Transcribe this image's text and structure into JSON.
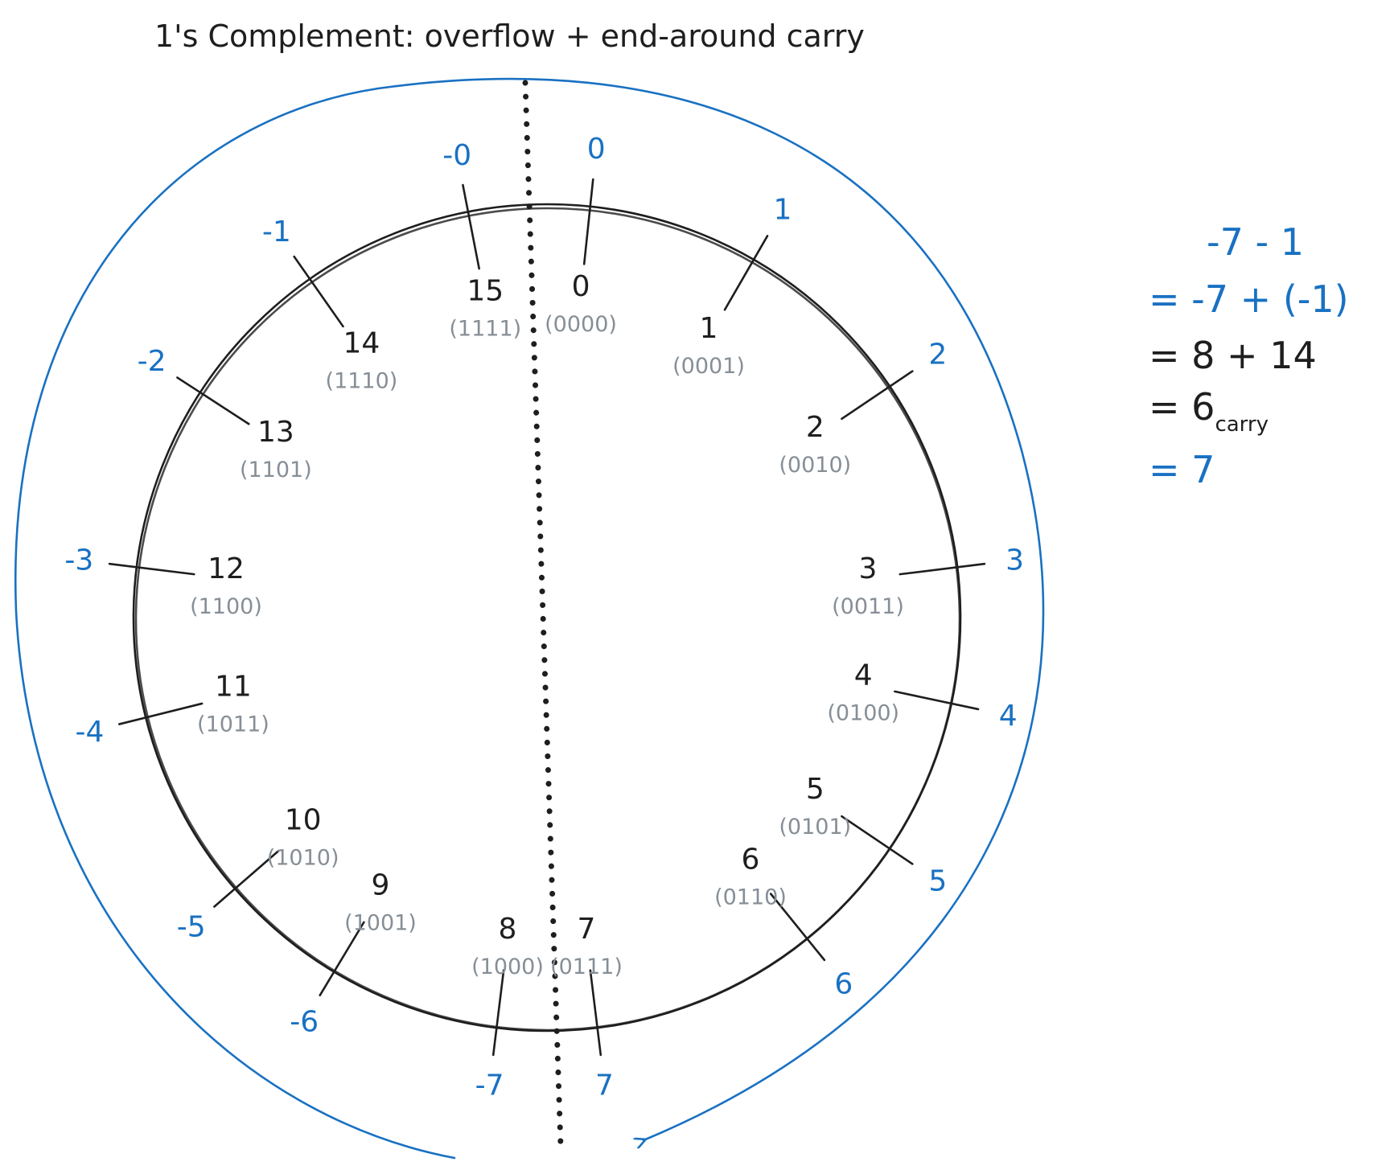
{
  "title": "1's Complement: overflow + end-around carry",
  "colors": {
    "ink": "#1e1e1e",
    "accent": "#1971c2",
    "muted": "#868e96"
  },
  "ticks": [
    {
      "unsigned": "0",
      "binary": "(0000)",
      "signed": "0"
    },
    {
      "unsigned": "1",
      "binary": "(0001)",
      "signed": "1"
    },
    {
      "unsigned": "2",
      "binary": "(0010)",
      "signed": "2"
    },
    {
      "unsigned": "3",
      "binary": "(0011)",
      "signed": "3"
    },
    {
      "unsigned": "4",
      "binary": "(0100)",
      "signed": "4"
    },
    {
      "unsigned": "5",
      "binary": "(0101)",
      "signed": "5"
    },
    {
      "unsigned": "6",
      "binary": "(0110)",
      "signed": "6"
    },
    {
      "unsigned": "7",
      "binary": "(0111)",
      "signed": "7"
    },
    {
      "unsigned": "8",
      "binary": "(1000)",
      "signed": "-7"
    },
    {
      "unsigned": "9",
      "binary": "(1001)",
      "signed": "-6"
    },
    {
      "unsigned": "10",
      "binary": "(1010)",
      "signed": "-5"
    },
    {
      "unsigned": "11",
      "binary": "(1011)",
      "signed": "-4"
    },
    {
      "unsigned": "12",
      "binary": "(1100)",
      "signed": "-3"
    },
    {
      "unsigned": "13",
      "binary": "(1101)",
      "signed": "-2"
    },
    {
      "unsigned": "14",
      "binary": "(1110)",
      "signed": "-1"
    },
    {
      "unsigned": "15",
      "binary": "(1111)",
      "signed": "-0"
    }
  ],
  "equation": {
    "line1": "-7  -  1",
    "line2": "=  -7  +  (-1)",
    "line3": "=  8  +  14",
    "line4_main": "=  6",
    "line4_sub": "carry",
    "line5": "=  7"
  }
}
